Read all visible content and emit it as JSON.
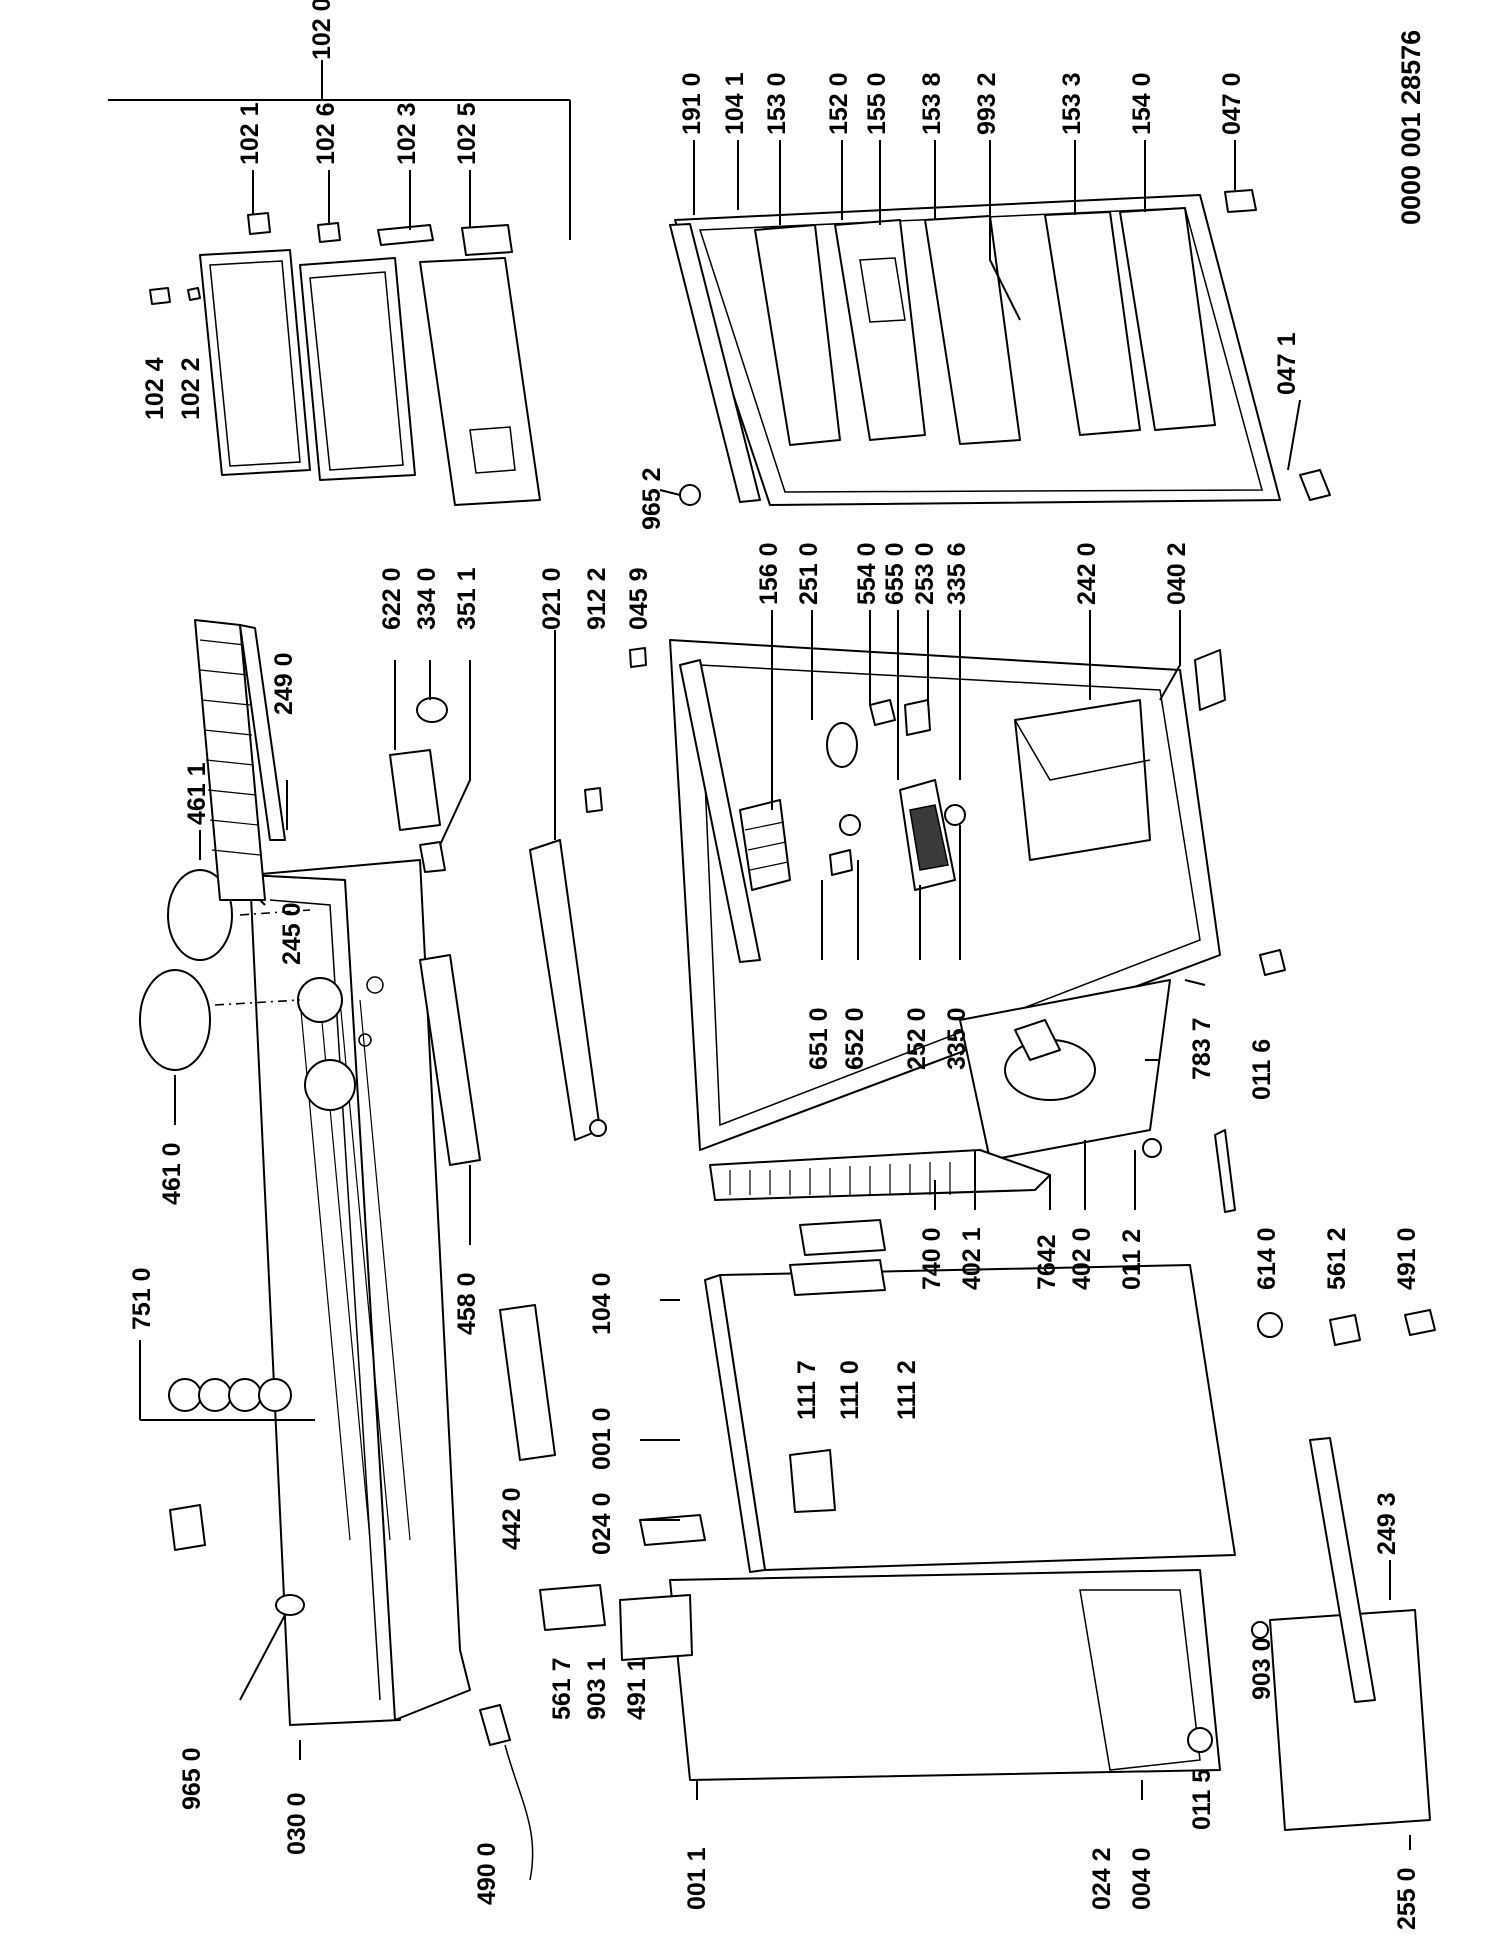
{
  "document_code": "0000 001 28576",
  "labels": {
    "p1020": "102 0",
    "p1021": "102 1",
    "p1026": "102 6",
    "p1023": "102 3",
    "p1025": "102 5",
    "p1024": "102 4",
    "p1022": "102 2",
    "p1910": "191 0",
    "p1041": "104 1",
    "p1530": "153 0",
    "p1520": "152 0",
    "p1550": "155 0",
    "p1538": "153 8",
    "p9932": "993 2",
    "p1533": "153 3",
    "p1540": "154 0",
    "p0470": "047 0",
    "p0471": "047 1",
    "p9652": "965 2",
    "p6220": "622 0",
    "p3340": "334 0",
    "p3511": "351 1",
    "p0210": "021 0",
    "p9122": "912 2",
    "p0459": "045 9",
    "p1560": "156 0",
    "p2510": "251 0",
    "p5540": "554 0",
    "p6550": "655 0",
    "p2530": "253 0",
    "p3356": "335 6",
    "p2420": "242 0",
    "p0402": "040 2",
    "p2490": "249 0",
    "p4611": "461 1",
    "p2450": "245 0",
    "p4610": "461 0",
    "p7510": "751 0",
    "p4580": "458 0",
    "p4420": "442 0",
    "p6510": "651 0",
    "p6520": "652 0",
    "p2520": "252 0",
    "p3350": "335 0",
    "p7837": "783 7",
    "p0116": "011 6",
    "p7400": "740 0",
    "p4021": "402 1",
    "p7642": "7642",
    "p4020": "402 0",
    "p0112": "011 2",
    "p6140": "614 0",
    "p5612": "561 2",
    "p4910": "491 0",
    "p1040": "104 0",
    "p1117": "111 7",
    "p1110": "111 0",
    "p1112": "111 2",
    "p0010": "001 0",
    "p0240": "024 0",
    "p5617": "561 7",
    "p9031": "903 1",
    "p4911": "491 1",
    "p9650": "965 0",
    "p0300": "030 0",
    "p4900": "490 0",
    "p0011": "001 1",
    "p0242": "024 2",
    "p0040": "004 0",
    "p0115": "011 5",
    "p2550": "255 0",
    "p9030": "903 0",
    "p2493": "249 3"
  }
}
